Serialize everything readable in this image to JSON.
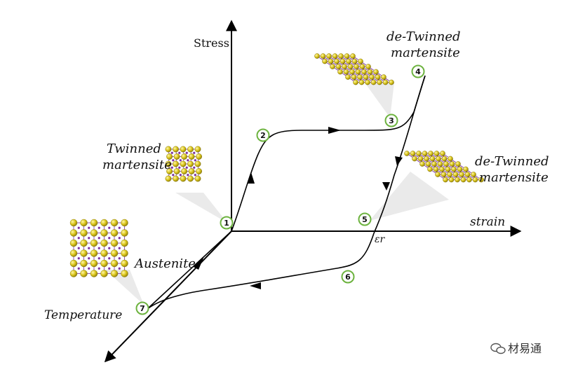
{
  "axes": {
    "stress": "Stress",
    "strain": "strain",
    "temperature": "Temperature",
    "strain_residual": "εr"
  },
  "phases": {
    "twinned": [
      "Twinned",
      "martensite"
    ],
    "detwinned_top": [
      "de-Twinned",
      "martensite"
    ],
    "detwinned_right": [
      "de-Twinned",
      "martensite"
    ],
    "austenite": "Austenite"
  },
  "steps": [
    "1",
    "2",
    "3",
    "4",
    "5",
    "6",
    "7"
  ],
  "watermark": "材易通",
  "colors": {
    "atom_gold": "#d9c41a",
    "bond_purple": "#7a2fa0",
    "marker_green": "#6db33f"
  }
}
